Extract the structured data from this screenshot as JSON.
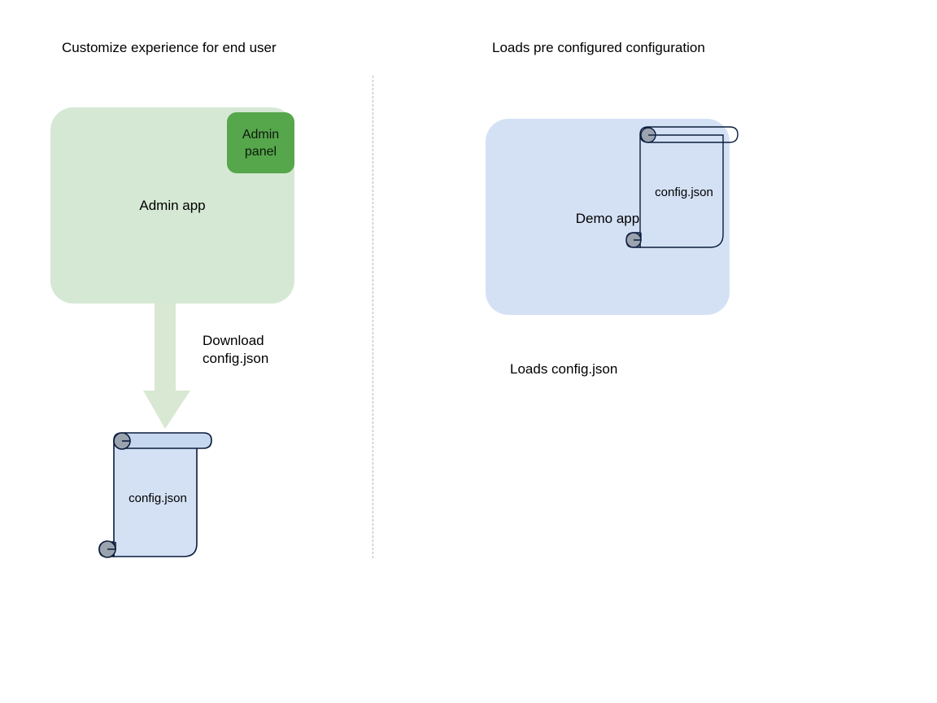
{
  "diagram": {
    "title_left": "Customize experience for end user",
    "title_right": "Loads pre configured configuration",
    "left": {
      "app_label": "Admin app",
      "panel_label": "Admin\npanel",
      "panel_label_line1": "Admin",
      "panel_label_line2": "panel",
      "arrow_label_line1": "Download",
      "arrow_label_line2": "config.json",
      "document_label": "config.json"
    },
    "right": {
      "app_label": "Demo app",
      "document_label": "config.json",
      "caption": "Loads config.json"
    },
    "colors": {
      "app_green_fill": "#d5e8d4",
      "panel_green_fill": "#56a64b",
      "app_blue_fill": "#d4e1f5",
      "document_fill": "#d4e1f5",
      "document_stroke": "#0b1c3d",
      "document_curl_fill": "#9aa3ae",
      "arrow_fill": "#d8e8d2",
      "divider_color": "#b8b8b8",
      "text_color": "#000000"
    }
  }
}
